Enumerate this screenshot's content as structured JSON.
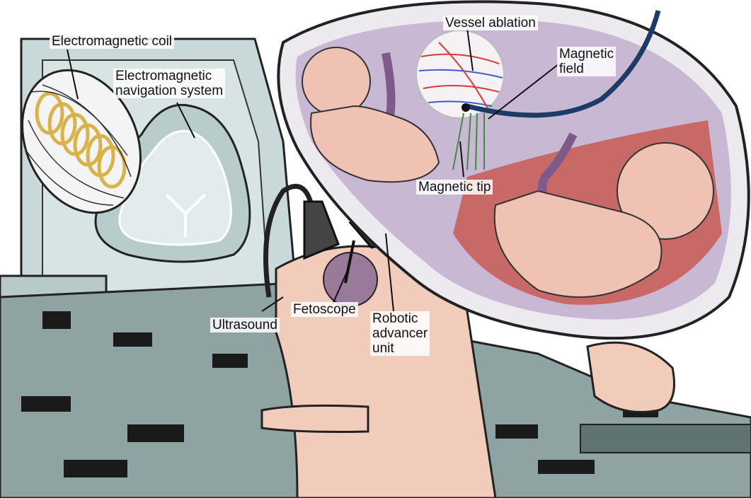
{
  "labels": {
    "electromagnetic_coil": "Electromagnetic coil",
    "navigation_system": "Electromagnetic\nnavigation system",
    "vessel_ablation": "Vessel ablation",
    "magnetic_field": "Magnetic\nfield",
    "magnetic_tip": "Magnetic tip",
    "ultrasound": "Ultrasound",
    "fetoscope": "Fetoscope",
    "robotic_advancer_unit": "Robotic\nadvancer\nunit"
  },
  "colors": {
    "machine": "#c9d8d8",
    "blanket": "#8fa3a3",
    "skin": "#f1ccbb",
    "uterus": "#b9a3c6",
    "placenta": "#c85a55",
    "cord": "#7d5a8a",
    "fetus": "#efc2b4",
    "vessel_red": "#d83a3a",
    "vessel_blue": "#3a5fc8",
    "field_green": "#3f8a3f",
    "coil": "#d9b24a",
    "callout_bg": "#ece9ef"
  },
  "icons": [
    "coil-icon",
    "ultrasound-probe-icon",
    "robotic-unit-icon",
    "catheter-icon"
  ]
}
